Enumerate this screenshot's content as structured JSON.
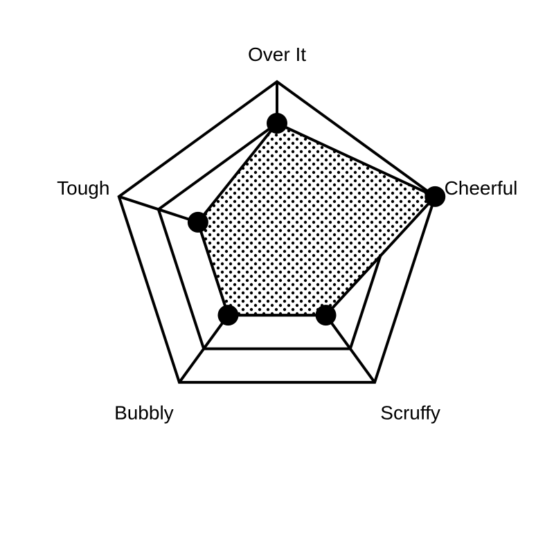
{
  "chart_data": {
    "type": "radar",
    "categories": [
      "Over It",
      "Cheerful",
      "Scruffy",
      "Bubbly",
      "Tough"
    ],
    "series": [
      {
        "values": [
          3,
          4,
          2,
          2,
          2
        ]
      }
    ],
    "rmax": 4,
    "levels": 4,
    "grid": true,
    "fill_pattern": "dots",
    "colors": {
      "line": "#000000",
      "fill_dots": "#000000",
      "background": "#ffffff"
    }
  }
}
